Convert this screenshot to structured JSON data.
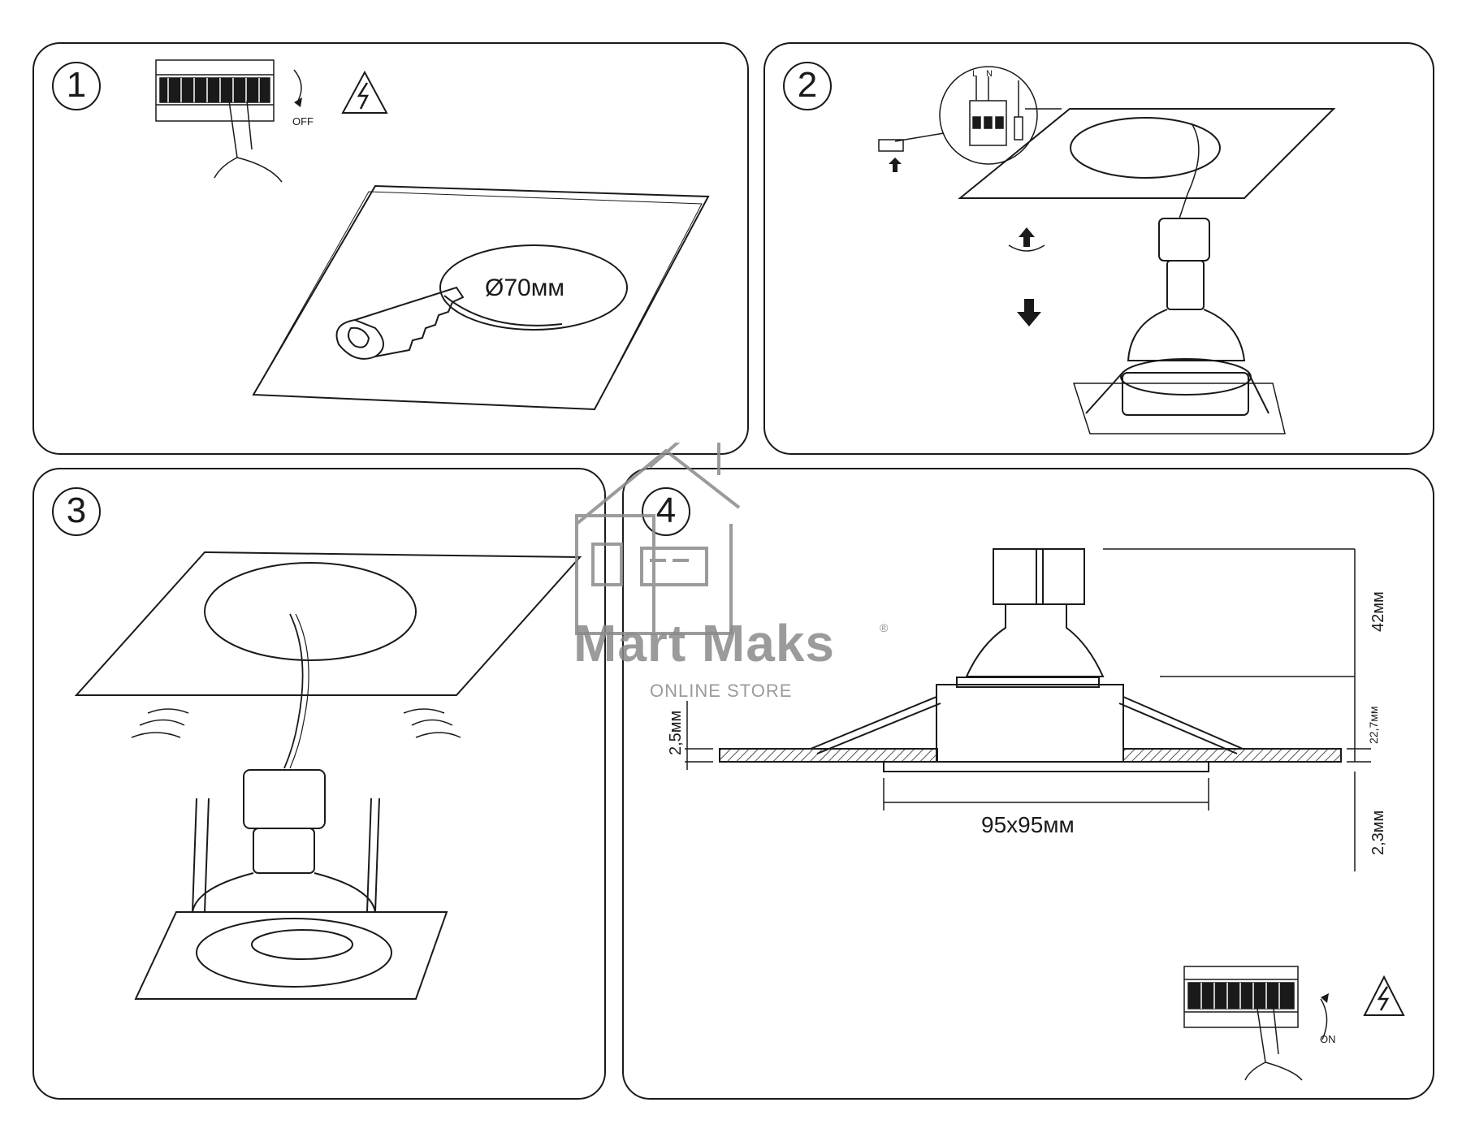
{
  "steps": [
    {
      "number": "1",
      "switch_label": "OFF",
      "hole_label": "Ø70мм"
    },
    {
      "number": "2",
      "wiring_labels": {
        "l": "L",
        "n": "N"
      }
    },
    {
      "number": "3"
    },
    {
      "number": "4",
      "switch_label": "ON",
      "dimensions": {
        "width": "95x95мм",
        "height_total": "42мм",
        "height_body": "22,7мм",
        "ceiling_thickness": "2,5мм",
        "flange_thickness": "2,3мм"
      }
    }
  ],
  "watermark": {
    "brand": "Mart Maks",
    "tagline": "ONLINE STORE",
    "registered": "®"
  },
  "icons": [
    "breaker-panel-icon",
    "hand-pointer-icon",
    "high-voltage-warning-icon",
    "hand-saw-icon",
    "screwdriver-icon",
    "terminal-block-icon",
    "arrow-up-icon",
    "arrow-down-icon",
    "rotate-arrows-icon",
    "house-logo-icon"
  ]
}
